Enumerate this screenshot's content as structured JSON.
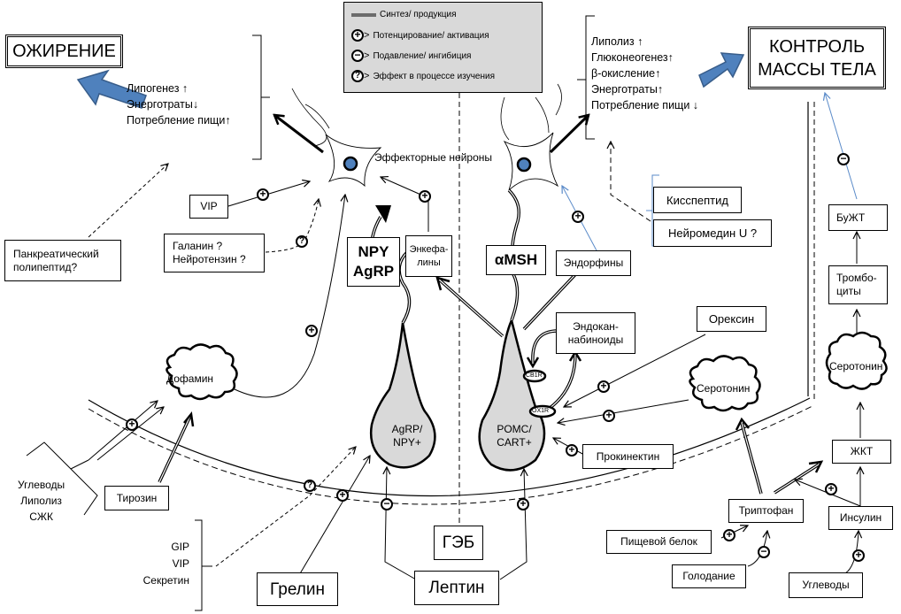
{
  "legend": {
    "items": [
      {
        "symbol": "double-line",
        "label": "Синтез/ продукция"
      },
      {
        "symbol": "plus-circle",
        "label": "Потенцирование/ активация"
      },
      {
        "symbol": "minus-circle",
        "label": "Подавление/ ингибиция"
      },
      {
        "symbol": "question-circle",
        "label": "Эффект  в процессе изучения"
      }
    ]
  },
  "outcomes": {
    "obesity": "ОЖИРЕНИЕ",
    "weight_control_line1": "КОНТРОЛЬ",
    "weight_control_line2": "МАССЫ ТЕЛА"
  },
  "obesity_effects": [
    "Липогенез ↑",
    "Энерготраты↓",
    "Потребление пищи↑"
  ],
  "control_effects": [
    "Липолиз ↑",
    "Глюконеогенез↑",
    "β-окисление↑",
    "Энерготраты↑",
    "Потребление пищи ↓"
  ],
  "neurons": {
    "effector_label": "Эффекторные нейроны",
    "agrp_line1": "AgRP/",
    "agrp_line2": "NPY+",
    "pomc_line1": "POMC/",
    "pomc_line2": "CART+",
    "receptor_cb1r": "CB1R",
    "receptor_ox1r": "OX1R"
  },
  "boxes": {
    "vip": "VIP",
    "galanin_line1": "Галанин ?",
    "galanin_line2": "Нейротензин ?",
    "pancreatic_line1": "Панкреатический",
    "pancreatic_line2": "полипептид?",
    "npy_line1": "NPY",
    "npy_line2": "AgRP",
    "enkephalin_line1": "Энкефа-",
    "enkephalin_line2": "лины",
    "amsh": "αMSH",
    "endorphins": "Эндорфины",
    "kisspeptin": "Кисспептид",
    "neuromedin": "Нейромедин U ?",
    "endocannabinoids_line1": "Эндокан-",
    "endocannabinoids_line2": "набиноиды",
    "orexin": "Орексин",
    "prokineticin": "Прокинектин",
    "tyrosine": "Тирозин",
    "bbb": "ГЭБ",
    "ghrelin": "Грелин",
    "leptin": "Лептин",
    "tryptophan": "Триптофан",
    "dietary_protein": "Пищевой белок",
    "fasting": "Голодание",
    "insulin": "Инсулин",
    "carbs_right": "Углеводы",
    "gi_tract": "ЖКТ",
    "platelets_line1": "Тромбо-",
    "platelets_line2": "циты",
    "gut_5ht": "БуЖТ"
  },
  "clouds": {
    "dopamine": "Дофамин",
    "serotonin_center": "Серотонин",
    "serotonin_right": "Серотонин"
  },
  "left_inputs": [
    "Углеводы",
    "Липолиз",
    "СЖК"
  ],
  "gut_hormones": [
    "GIP",
    "VIP",
    "Секретин"
  ],
  "colors": {
    "arrow_blue": "#4a7ebb",
    "arrow_blue_dark": "#385d8a",
    "nucleus_blue": "#4f81bd",
    "neuron_fill": "#d9d9d9",
    "legend_bg": "#d9d9d9",
    "thin_blue_line": "#5b8bc9"
  }
}
